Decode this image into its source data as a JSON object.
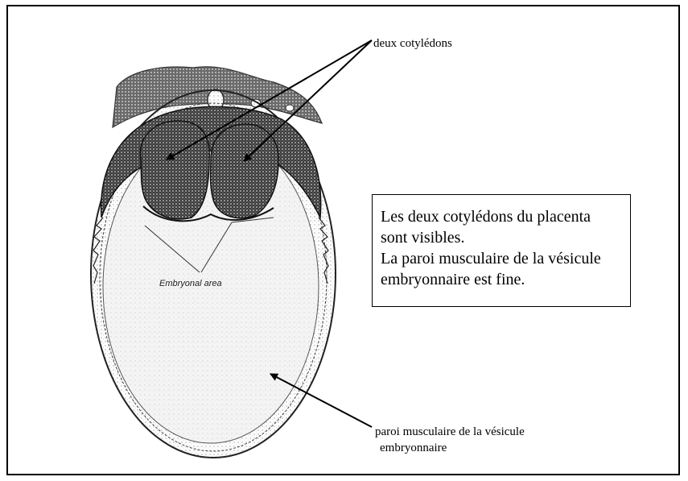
{
  "labels": {
    "cotyledons": "deux cotylédons",
    "embryonal_area": "Embryonal area",
    "wall_line1": "paroi musculaire de la vésicule",
    "wall_line2": "embryonnaire"
  },
  "info_box": {
    "lines": [
      "Les deux cotylédons du placenta",
      "sont visibles.",
      "La paroi musculaire de la vésicule",
      "embryonnaire est fine."
    ]
  }
}
